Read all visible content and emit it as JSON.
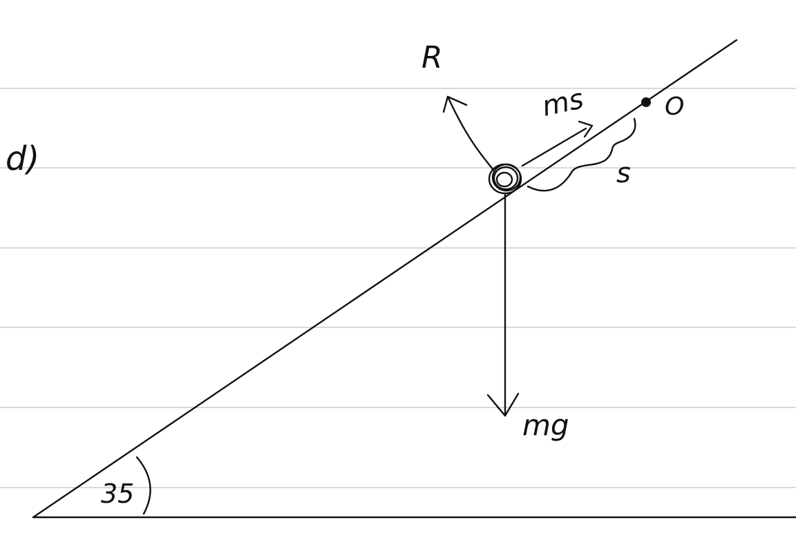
{
  "part_label": "d)",
  "forces": {
    "reaction": "R",
    "resistance": "ms",
    "weight": "mg"
  },
  "point_label": "O",
  "distance_label": "s",
  "angle_label": "35"
}
